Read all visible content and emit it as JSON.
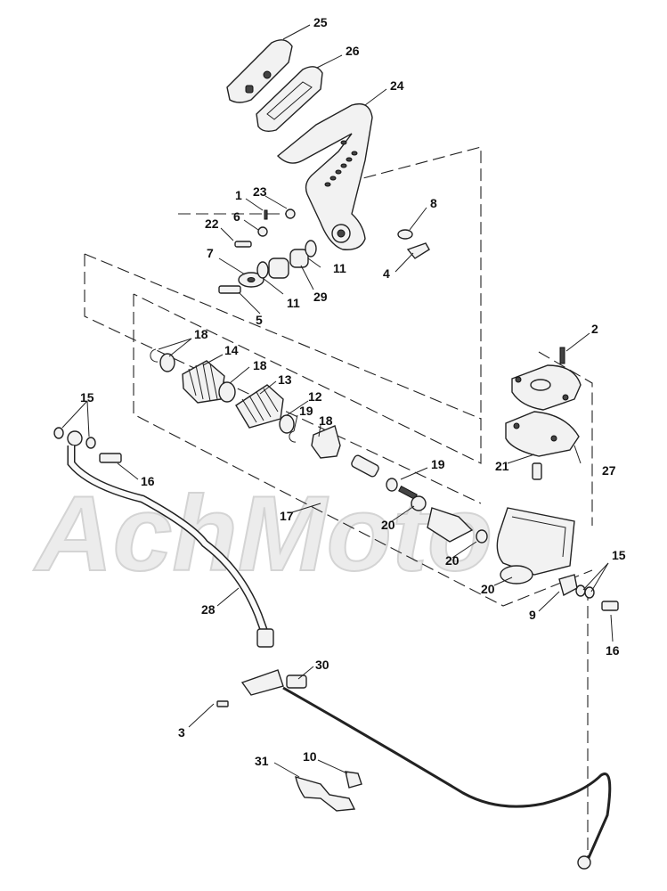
{
  "watermark": {
    "text": "AchMoto"
  },
  "callouts": [
    {
      "id": "c25",
      "label": "25"
    },
    {
      "id": "c26",
      "label": "26"
    },
    {
      "id": "c24",
      "label": "24"
    },
    {
      "id": "c1",
      "label": "1"
    },
    {
      "id": "c23",
      "label": "23"
    },
    {
      "id": "c22",
      "label": "22"
    },
    {
      "id": "c6",
      "label": "6"
    },
    {
      "id": "c8",
      "label": "8"
    },
    {
      "id": "c7",
      "label": "7"
    },
    {
      "id": "c11a",
      "label": "11"
    },
    {
      "id": "c11b",
      "label": "11"
    },
    {
      "id": "c29",
      "label": "29"
    },
    {
      "id": "c4",
      "label": "4"
    },
    {
      "id": "c5",
      "label": "5"
    },
    {
      "id": "c2",
      "label": "2"
    },
    {
      "id": "c18a",
      "label": "18"
    },
    {
      "id": "c14",
      "label": "14"
    },
    {
      "id": "c18b",
      "label": "18"
    },
    {
      "id": "c13",
      "label": "13"
    },
    {
      "id": "c12",
      "label": "12"
    },
    {
      "id": "c19a",
      "label": "19"
    },
    {
      "id": "c18c",
      "label": "18"
    },
    {
      "id": "c15a",
      "label": "15"
    },
    {
      "id": "c16a",
      "label": "16"
    },
    {
      "id": "c19b",
      "label": "19"
    },
    {
      "id": "c21",
      "label": "21"
    },
    {
      "id": "c27",
      "label": "27"
    },
    {
      "id": "c17",
      "label": "17"
    },
    {
      "id": "c20a",
      "label": "20"
    },
    {
      "id": "c20b",
      "label": "20"
    },
    {
      "id": "c20c",
      "label": "20"
    },
    {
      "id": "c15b",
      "label": "15"
    },
    {
      "id": "c9",
      "label": "9"
    },
    {
      "id": "c16b",
      "label": "16"
    },
    {
      "id": "c28",
      "label": "28"
    },
    {
      "id": "c30",
      "label": "30"
    },
    {
      "id": "c3",
      "label": "3"
    },
    {
      "id": "c31",
      "label": "31"
    },
    {
      "id": "c10",
      "label": "10"
    }
  ]
}
